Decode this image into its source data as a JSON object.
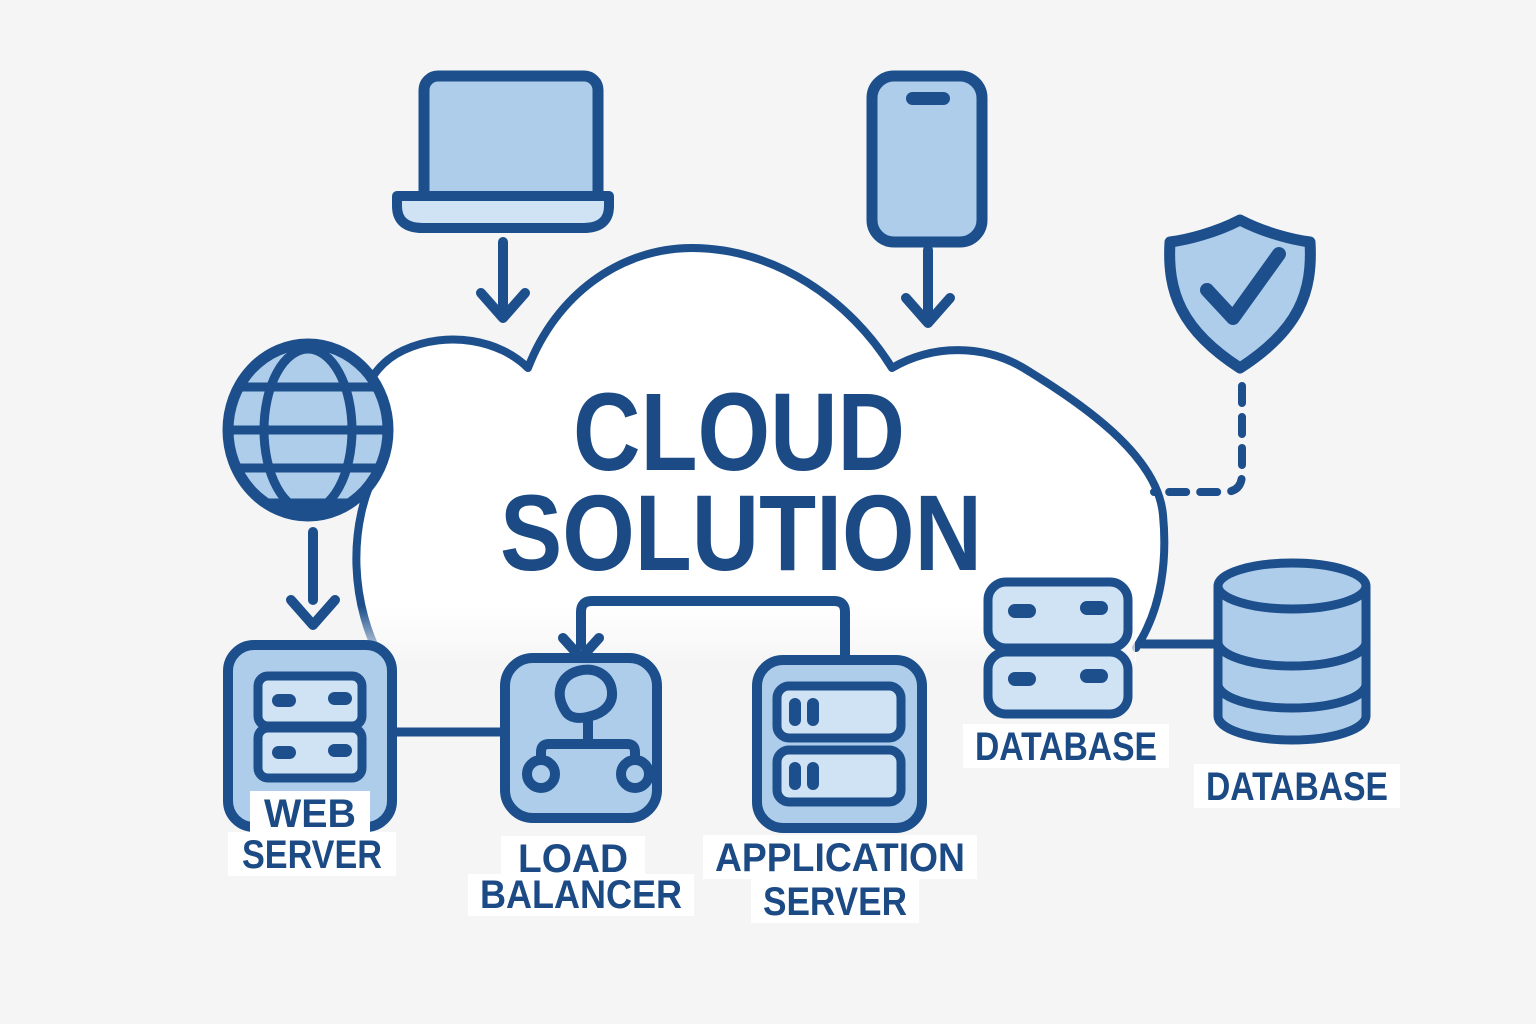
{
  "title": {
    "line1": "CLOUD",
    "line2": "SOLUTION"
  },
  "nodes": {
    "web_server": {
      "line1": "WEB",
      "line2": "SERVER"
    },
    "load_balancer": {
      "line1": "LOAD",
      "line2": "BALANCER"
    },
    "application_server": {
      "line1": "APPLICATION",
      "line2": "SERVER"
    },
    "database_rack": {
      "label": "DATABASE"
    },
    "database_cylinder": {
      "label": "DATABASE"
    }
  },
  "icons": {
    "laptop": "laptop-icon",
    "smartphone": "smartphone-icon",
    "shield": "shield-check-icon",
    "globe": "globe-icon",
    "web_server": "server-icon",
    "load_balancer": "load-balancer-icon",
    "application_server": "app-server-icon",
    "database_rack": "database-rack-icon",
    "database_cylinder": "database-cylinder-icon"
  },
  "connections": [
    {
      "from": "laptop",
      "to": "cloud",
      "style": "arrow"
    },
    {
      "from": "smartphone",
      "to": "cloud",
      "style": "arrow"
    },
    {
      "from": "globe",
      "to": "web-server",
      "style": "arrow"
    },
    {
      "from": "shield",
      "to": "cloud",
      "style": "dashed"
    },
    {
      "from": "web-server",
      "to": "load-balancer",
      "style": "line"
    },
    {
      "from": "application-server",
      "to": "load-balancer",
      "style": "arrow"
    },
    {
      "from": "cloud",
      "to": "database-cylinder",
      "style": "line"
    }
  ],
  "colors": {
    "background": "#f5f5f6",
    "outline": "#1c4f8c",
    "fill_light": "#aecdea",
    "fill_lighter": "#cfe3f5",
    "text": "#1b4a85",
    "label_bg": "#ffffff",
    "cloud_fill": "#ffffff"
  }
}
